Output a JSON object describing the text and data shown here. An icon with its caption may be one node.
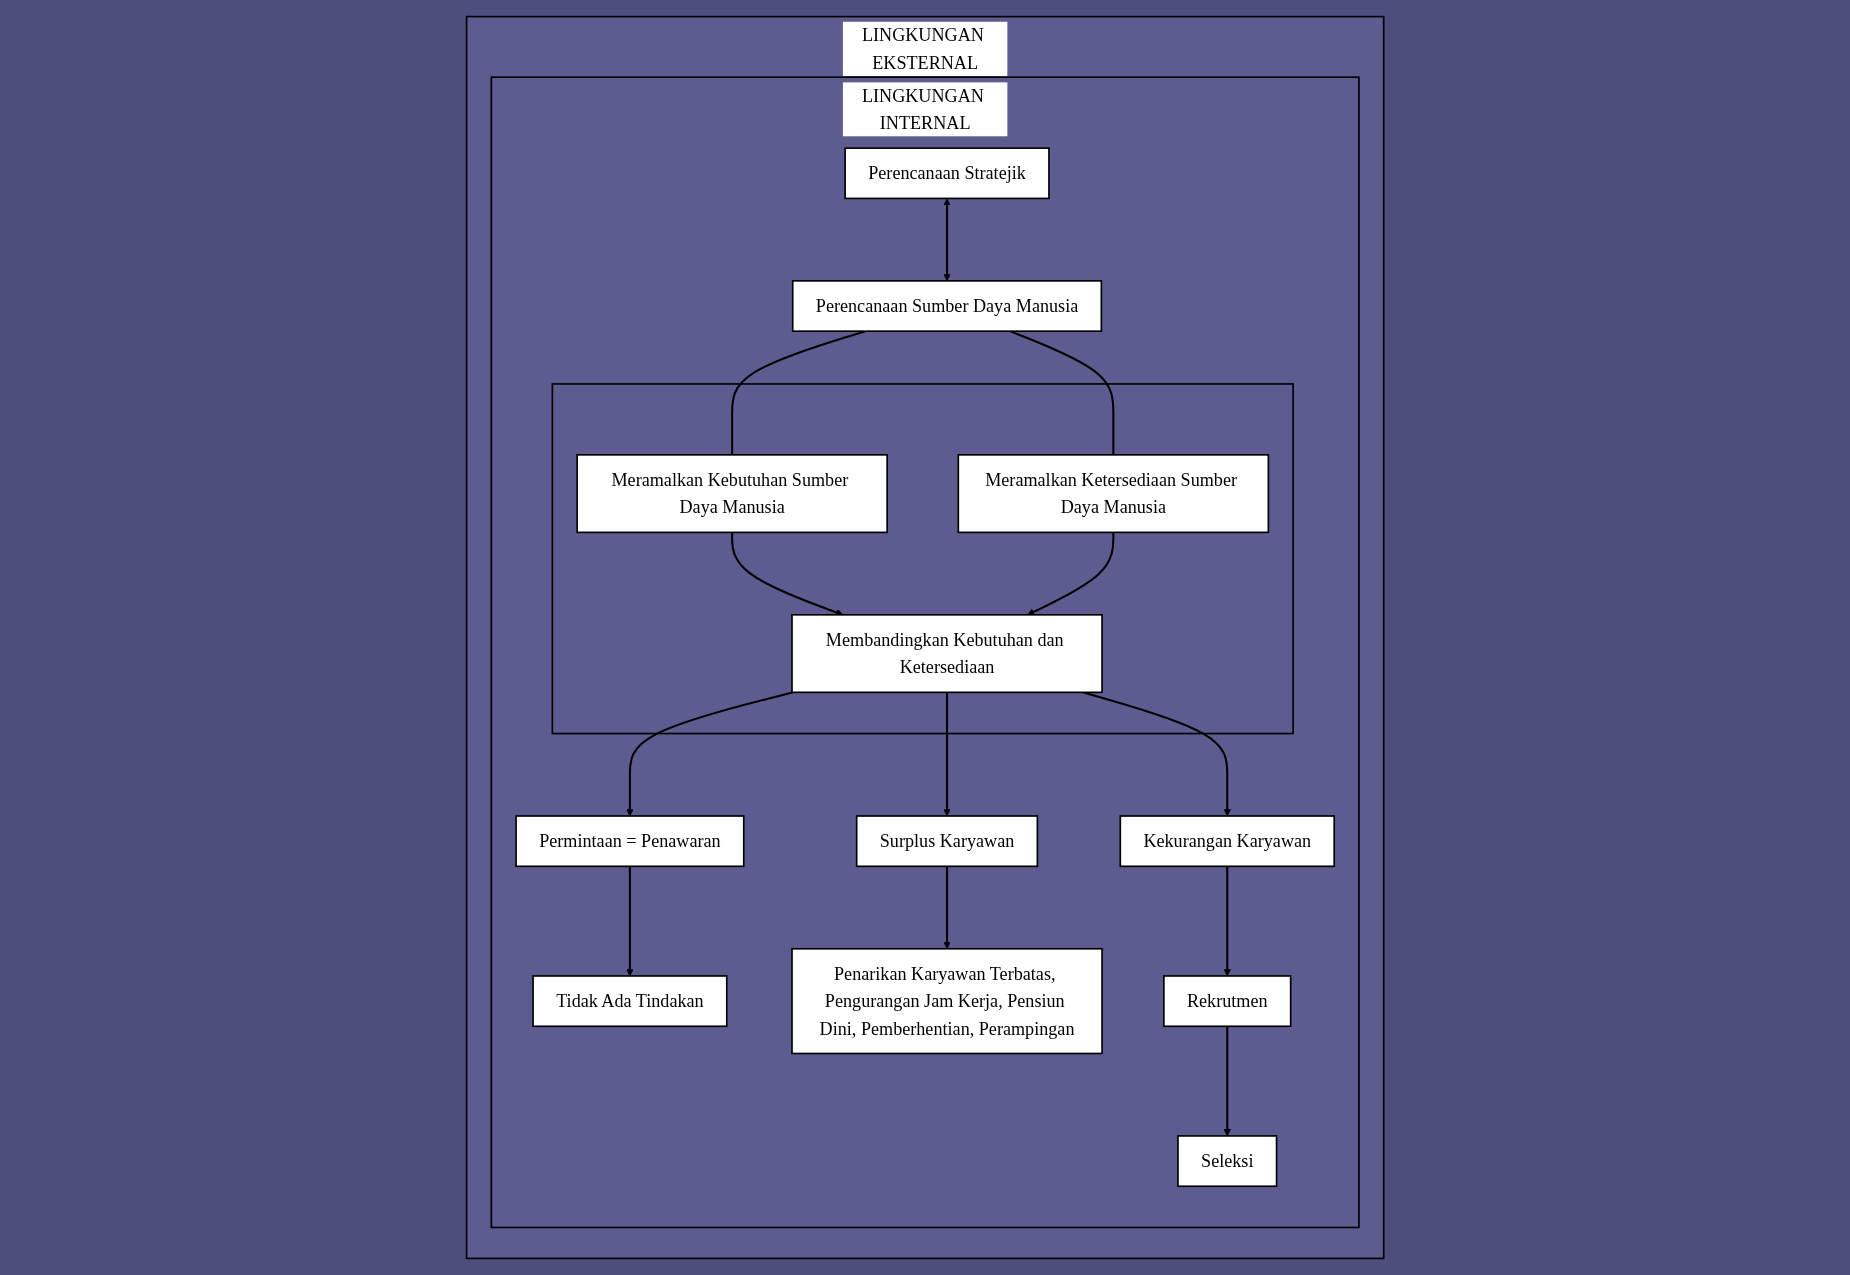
{
  "diagram": {
    "nodes": [
      {
        "text": [
          "LINGKUNGAN EKSTERNAL"
        ]
      },
      {
        "text": [
          "LINGKUNGAN INTERNAL"
        ],
        "in": 0
      },
      {
        "text": [
          "Perencanaan Stratejik"
        ],
        "in": 1
      },
      {
        "text": [
          "Perencanaan Sumber Daya Manusia"
        ],
        "in": 1
      },
      {
        "text": [],
        "shape": "box",
        "in": 1
      },
      {
        "text": [
          "Meramalkan Kebutuhan Sumber Daya Manusia"
        ],
        "in": 4
      },
      {
        "text": [
          "Membandingkan Kebutuhan dan Ketersediaan"
        ],
        "in": 4
      },
      {
        "text": [
          "Meramalkan Ketersediaan Sumber Daya Manusia"
        ],
        "in": 4
      },
      {
        "text": [
          "Permintaan = Penawaran"
        ],
        "in": 1
      },
      {
        "text": [
          "Surplus Karyawan"
        ],
        "in": 1
      },
      {
        "text": [
          "Kekurangan Karyawan"
        ],
        "in": 1
      },
      {
        "text": [
          "Tidak Ada Tindakan"
        ],
        "in": 1
      },
      {
        "text": [
          "Penarikan Karyawan Terbatas, Pengurangan Jam Kerja, Pensiun Dini, Pemberhentian, Perampingan"
        ],
        "in": 1
      },
      {
        "text": [
          "Rekrutmen"
        ],
        "in": 1
      },
      {
        "text": [
          "Seleksi"
        ],
        "in": 1
      }
    ],
    "edges": [
      {
        "from": 2,
        "to": 3,
        "arrow": "both"
      },
      {
        "from": 3,
        "to": 5,
        "arrow": "none"
      },
      {
        "from": 3,
        "to": 7,
        "arrow": "none"
      },
      {
        "from": 5,
        "to": 6,
        "arrow": "to"
      },
      {
        "from": 7,
        "to": 6,
        "arrow": "to"
      },
      {
        "from": 6,
        "to": 8,
        "arrow": "to"
      },
      {
        "from": 6,
        "to": 9,
        "arrow": "to"
      },
      {
        "from": 6,
        "to": 10,
        "arrow": "to"
      },
      {
        "from": 8,
        "to": 11,
        "arrow": "to"
      },
      {
        "from": 9,
        "to": 12,
        "arrow": "to"
      },
      {
        "from": 10,
        "to": 13,
        "arrow": "to"
      },
      {
        "from": 13,
        "to": 14,
        "arrow": "to"
      }
    ]
  }
}
